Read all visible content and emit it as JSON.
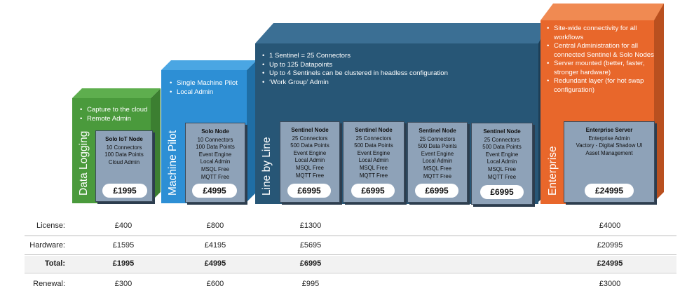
{
  "colors": {
    "green": "#4a9a3c",
    "blue": "#2d8fd5",
    "navy": "#275676",
    "orange": "#e8672b",
    "box_fill": "#8ea2b8"
  },
  "tiers": {
    "data_logging": {
      "label": "Data Logging",
      "bullets": [
        "Capture to the cloud",
        "Remote Admin"
      ],
      "box": {
        "title": "Solo IoT Node",
        "lines": [
          "10 Connectors",
          "100 Data Points",
          "Cloud Admin"
        ]
      },
      "price": "£1995"
    },
    "machine_pilot": {
      "label": "Machine Pilot",
      "bullets": [
        "Single Machine Pilot",
        "Local Admin"
      ],
      "box": {
        "title": "Solo Node",
        "lines": [
          "10 Connectors",
          "100 Data Points",
          "Event Engine",
          "Local Admin",
          "MSQL Free",
          "MQTT Free"
        ]
      },
      "price": "£4995"
    },
    "line_by_line": {
      "label": "Line by Line",
      "bullets": [
        "1 Sentinel = 25 Connectors",
        "Up to 125 Datapoints",
        "Up to 4 Sentinels can be clustered in headless configuration",
        "‘Work Group’ Admin"
      ],
      "boxes": [
        {
          "title": "Sentinel Node",
          "lines": [
            "25 Connectors",
            "500 Data Points",
            "Event Engine",
            "Local Admin",
            "MSQL Free",
            "MQTT Free"
          ],
          "price": "£6995"
        },
        {
          "title": "Sentinel Node",
          "lines": [
            "25 Connectors",
            "500 Data Points",
            "Event Engine",
            "Local Admin",
            "MSQL Free",
            "MQTT Free"
          ],
          "price": "£6995"
        },
        {
          "title": "Sentinel Node",
          "lines": [
            "25 Connectors",
            "500 Data Points",
            "Event Engine",
            "Local Admin",
            "MSQL Free",
            "MQTT Free"
          ],
          "price": "£6995"
        },
        {
          "title": "Sentinel Node",
          "lines": [
            "25 Connectors",
            "500 Data Points",
            "Event Engine",
            "Local Admin",
            "MSQL Free",
            "MQTT Free"
          ],
          "price": "£6995"
        }
      ]
    },
    "enterprise": {
      "label": "Enterprise",
      "bullets": [
        "Site-wide connectivity for all workflows",
        "Central Administration for all connected Sentinel & Solo Nodes",
        "Server mounted (better, faster, stronger hardware)",
        "Redundant layer (for hot swap configuration)"
      ],
      "box": {
        "title": "Enterprise Server",
        "lines": [
          "Enterprise Admin",
          "Vactory - Digital Shadow UI",
          "Asset Management"
        ]
      },
      "price": "£24995"
    }
  },
  "table": {
    "rows": [
      {
        "label": "License:",
        "values": [
          "£400",
          "£800",
          "£1300",
          "£4000"
        ]
      },
      {
        "label": "Hardware:",
        "values": [
          "£1595",
          "£4195",
          "£5695",
          "£20995"
        ]
      },
      {
        "label": "Total:",
        "values": [
          "£1995",
          "£4995",
          "£6995",
          "£24995"
        ]
      },
      {
        "label": "Renewal:",
        "values": [
          "£300",
          "£600",
          "£995",
          "£3000"
        ]
      }
    ]
  }
}
